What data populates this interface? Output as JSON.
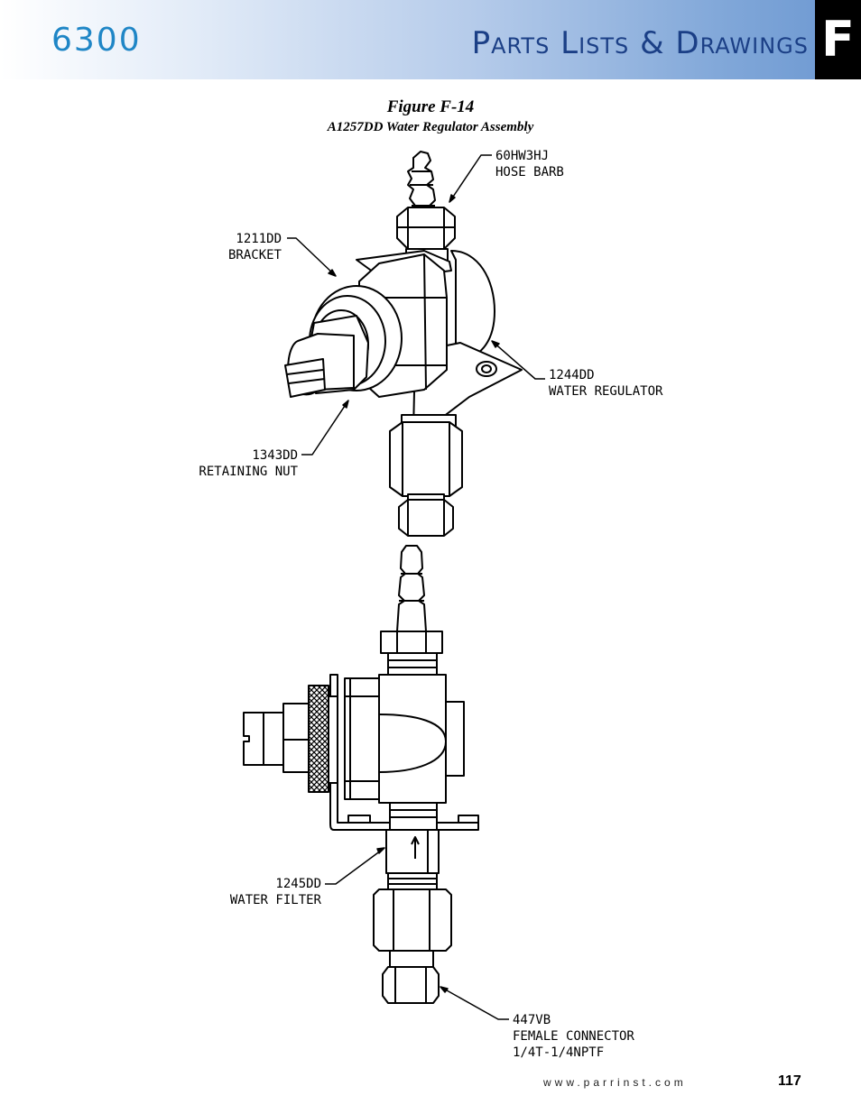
{
  "header": {
    "model": "6300",
    "section_title": "Parts Lists & Drawings",
    "tab_letter": "F"
  },
  "figure": {
    "title": "Figure F-14",
    "subtitle": "A1257DD Water Regulator Assembly"
  },
  "callouts": {
    "hose_barb": {
      "code": "60HW3HJ",
      "name": "HOSE BARB"
    },
    "bracket": {
      "code": "1211DD",
      "name": "BRACKET"
    },
    "water_regulator": {
      "code": "1244DD",
      "name": "WATER REGULATOR"
    },
    "retaining_nut": {
      "code": "1343DD",
      "name": "RETAINING NUT"
    },
    "water_filter": {
      "code": "1245DD",
      "name": "WATER FILTER"
    },
    "female_connector": {
      "code": "447VB",
      "name": "FEMALE CONNECTOR",
      "spec": "1/4T-1/4NPTF"
    }
  },
  "footer": {
    "url": "www.parrinst.com",
    "page_number": "117"
  }
}
